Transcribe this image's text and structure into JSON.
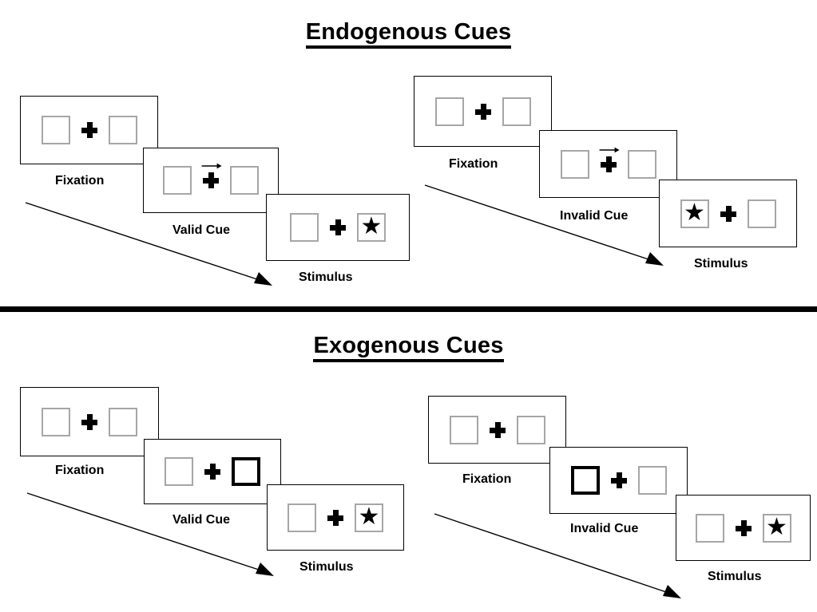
{
  "figure": {
    "title_endogenous": "Endogenous Cues",
    "title_exogenous": "Exogenous Cues"
  },
  "sections": [
    {
      "id": "endogenous",
      "title": "Endogenous Cues",
      "columns": [
        {
          "id": "endogenous-valid",
          "panels": [
            {
              "caption": "Fixation",
              "cue_type": "none",
              "left_box": "empty",
              "right_box": "empty",
              "arrow_direction": "none"
            },
            {
              "caption": "Valid Cue",
              "cue_type": "arrow",
              "left_box": "empty",
              "right_box": "empty",
              "arrow_direction": "right"
            },
            {
              "caption": "Stimulus",
              "cue_type": "none",
              "left_box": "empty",
              "right_box": "star",
              "arrow_direction": "none"
            }
          ],
          "flow_arrow": "diagonal-down-right"
        },
        {
          "id": "endogenous-invalid",
          "panels": [
            {
              "caption": "Fixation",
              "cue_type": "none",
              "left_box": "empty",
              "right_box": "empty",
              "arrow_direction": "none"
            },
            {
              "caption": "Invalid Cue",
              "cue_type": "arrow",
              "left_box": "empty",
              "right_box": "empty",
              "arrow_direction": "right"
            },
            {
              "caption": "Stimulus",
              "cue_type": "none",
              "left_box": "star",
              "right_box": "empty",
              "arrow_direction": "none"
            }
          ],
          "flow_arrow": "diagonal-down-right"
        }
      ]
    },
    {
      "id": "exogenous",
      "title": "Exogenous Cues",
      "columns": [
        {
          "id": "exogenous-valid",
          "panels": [
            {
              "caption": "Fixation",
              "cue_type": "none",
              "left_box": "empty",
              "right_box": "empty",
              "arrow_direction": "none"
            },
            {
              "caption": "Valid Cue",
              "cue_type": "highlight",
              "left_box": "empty",
              "right_box": "cued",
              "arrow_direction": "none"
            },
            {
              "caption": "Stimulus",
              "cue_type": "none",
              "left_box": "empty",
              "right_box": "star",
              "arrow_direction": "none"
            }
          ],
          "flow_arrow": "diagonal-down-right"
        },
        {
          "id": "exogenous-invalid",
          "panels": [
            {
              "caption": "Fixation",
              "cue_type": "none",
              "left_box": "empty",
              "right_box": "empty",
              "arrow_direction": "none"
            },
            {
              "caption": "Invalid Cue",
              "cue_type": "highlight",
              "left_box": "cued",
              "right_box": "empty",
              "arrow_direction": "none"
            },
            {
              "caption": "Stimulus",
              "cue_type": "none",
              "left_box": "empty",
              "right_box": "star",
              "arrow_direction": "none"
            }
          ],
          "flow_arrow": "diagonal-down-right"
        }
      ]
    }
  ],
  "labels": {
    "fixation": "Fixation",
    "valid_cue": "Valid Cue",
    "invalid_cue": "Invalid Cue",
    "stimulus": "Stimulus"
  },
  "glyphs": {
    "star": "★"
  },
  "colors": {
    "background": "#ffffff",
    "ink": "#000000",
    "panel_border": "#000000",
    "box_border": "#a6a6a6",
    "cued_box_border": "#000000"
  }
}
